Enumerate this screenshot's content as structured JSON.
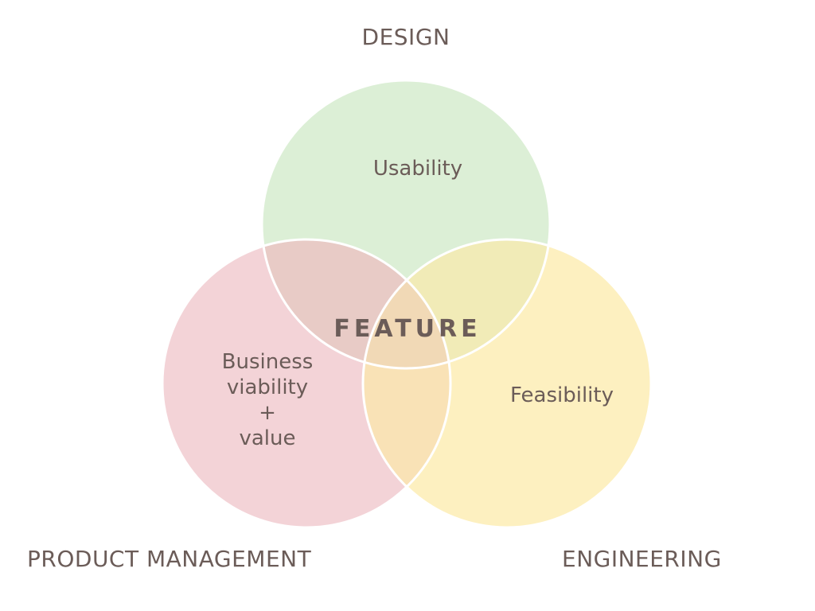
{
  "colors": {
    "design": "#dcefd6",
    "product_management": "#f3d3d7",
    "engineering": "#fdf0c0",
    "design_pm_overlap": "#e8cbc6",
    "design_eng_overlap": "#f1ebb7",
    "pm_eng_overlap": "#f9e2b6",
    "center_overlap": "#f1d9b6",
    "outline": "#ffffff",
    "text": "#6b5c58"
  },
  "groups": {
    "design": "DESIGN",
    "product_management": "PRODUCT MANAGEMENT",
    "engineering": "ENGINEERING"
  },
  "regions": {
    "usability": "Usability",
    "feasibility": "Feasibility",
    "business_lines": [
      "Business",
      "viability",
      "+",
      "value"
    ],
    "feature": "FEATURE"
  }
}
